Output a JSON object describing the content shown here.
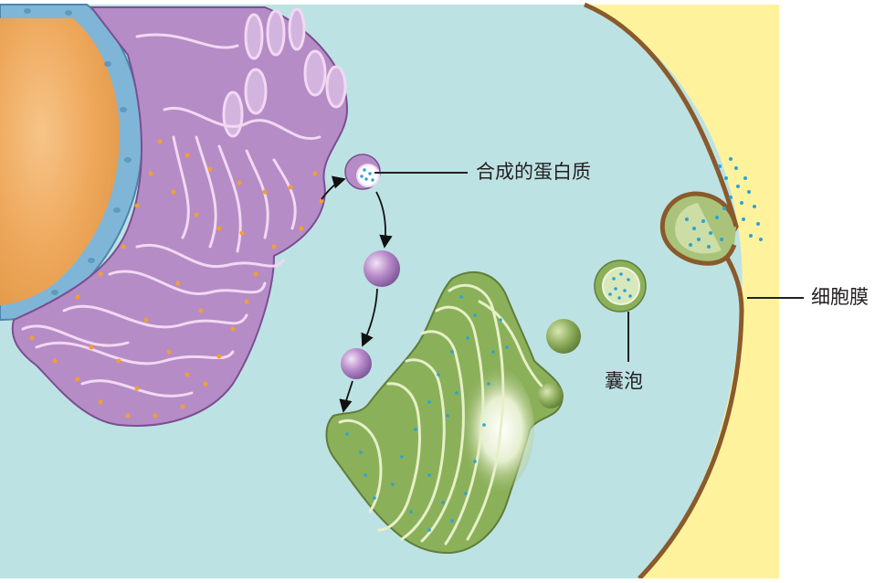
{
  "labels": {
    "protein": "合成的蛋白质",
    "vesicle": "囊泡",
    "membrane": "细胞膜"
  },
  "colors": {
    "cytoplasm": "#bde2e4",
    "extracellular": "#fef39c",
    "membrane": "#8a5a2b",
    "nucleus": "#f0b066",
    "nuclear_envelope": "#7fb6d8",
    "er": "#b58cc6",
    "er_rim": "#f2d8f2",
    "ribosome": "#f0a030",
    "golgi": "#8bb05a",
    "golgi_rim": "#e6f0c8",
    "cargo_dots": "#29a3d8"
  }
}
